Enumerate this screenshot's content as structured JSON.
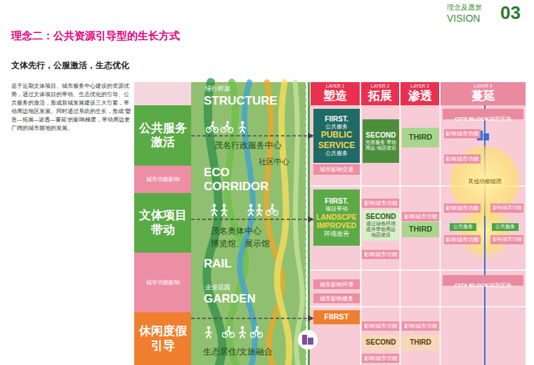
{
  "diagram": {
    "title": "理念二：公共资源引导型的生长方式",
    "nodes": [
      {
        "text": [
          "公共服务 激活"
        ]
      },
      {
        "text": [
          "城市功能影响"
        ]
      },
      {
        "text": [
          "文体项目 带动"
        ]
      },
      {
        "text": [
          "城市功能影响"
        ]
      },
      {
        "text": [
          "休闲度假 引导"
        ]
      },
      {
        "text": [
          "LAYER 1",
          "塑造"
        ]
      },
      {
        "text": [
          "LAYER 2",
          "拓展"
        ]
      },
      {
        "text": [
          "LAYER 3",
          "渗透"
        ]
      },
      {
        "text": [
          "LAYER 4",
          "蔓延"
        ]
      },
      {
        "text": [
          "FIIRST.",
          "公共服务",
          "PUBLIC SERVICE",
          "公共服务"
        ]
      },
      {
        "text": [
          "城市影响交通"
        ]
      },
      {
        "text": [
          "SECOND",
          "完善服务 带动周边 地区建设"
        ]
      },
      {
        "text": [
          "THIRD"
        ]
      },
      {
        "text": [
          "CITY BLOCK",
          "城市区块"
        ]
      },
      {
        "text": [
          "影响城市功能"
        ]
      },
      {
        "text": [
          "影响城市功能"
        ]
      },
      {
        "text": [
          "其他功能组团"
        ]
      },
      {
        "text": [
          "FIIRST.",
          "项目带动",
          "LANDSCPE IMPROVED",
          "环境改善"
        ]
      },
      {
        "text": [
          "影响城市功能"
        ]
      },
      {
        "text": [
          "SECOND",
          "通过绿色环境提升带动周边地区建设"
        ]
      },
      {
        "text": [
          "影响城市功能"
        ]
      },
      {
        "text": [
          "THIRD"
        ]
      },
      {
        "text": [
          "影响城市功能"
        ]
      },
      {
        "text": [
          "影响城市功能"
        ]
      },
      {
        "text": [
          "公共服务"
        ]
      },
      {
        "text": [
          "公共服务"
        ]
      },
      {
        "text": [
          "影响城市功能"
        ]
      },
      {
        "text": [
          "影响城市功能"
        ]
      },
      {
        "text": [
          "影响城市功能"
        ]
      },
      {
        "text": [
          "城市影响环境"
        ]
      },
      {
        "text": [
          "城市影响服务"
        ]
      },
      {
        "text": [
          "CITY BLOCK",
          "城市区块"
        ]
      },
      {
        "text": [
          "FIIRST"
        ]
      },
      {
        "text": [
          "影响城市功能"
        ]
      },
      {
        "text": [
          "影响城市功能"
        ]
      },
      {
        "text": [
          "SECOND"
        ]
      },
      {
        "text": [
          "THIRD"
        ]
      },
      {
        "text": [
          "影响城市功能"
        ]
      }
    ],
    "edges": [
      {
        "from": 0,
        "to": 9,
        "arrow": "to"
      },
      {
        "from": 2,
        "to": 17,
        "arrow": "to"
      },
      {
        "from": 4,
        "to": 32,
        "arrow": "to"
      }
    ],
    "labels": [
      "理念及愿景",
      "VISION",
      "03",
      "文体先行，公服激活，生态优化",
      "基于近期文体项目、城市服务中心建设的资源优势，通过文体项目的带动、生态优化的引导、公共服务的激活，形成新城发展建设三大引擎，带动周边地区发展。同时通过系统的生长，形成“塑造—拓展—渗透—蔓延”的影响梯度，带动周边更广阔的城市腹地的发展。",
      "绿行框架",
      "STRUCTURE",
      "茂名行政服务中心",
      "社区中心",
      "ECO",
      "CORRIDOR",
      "茂名奥体中心",
      "博览馆、展示馆",
      "RAIL",
      "企业花园",
      "GARDEN",
      "生态居住/文旅融合"
    ]
  }
}
